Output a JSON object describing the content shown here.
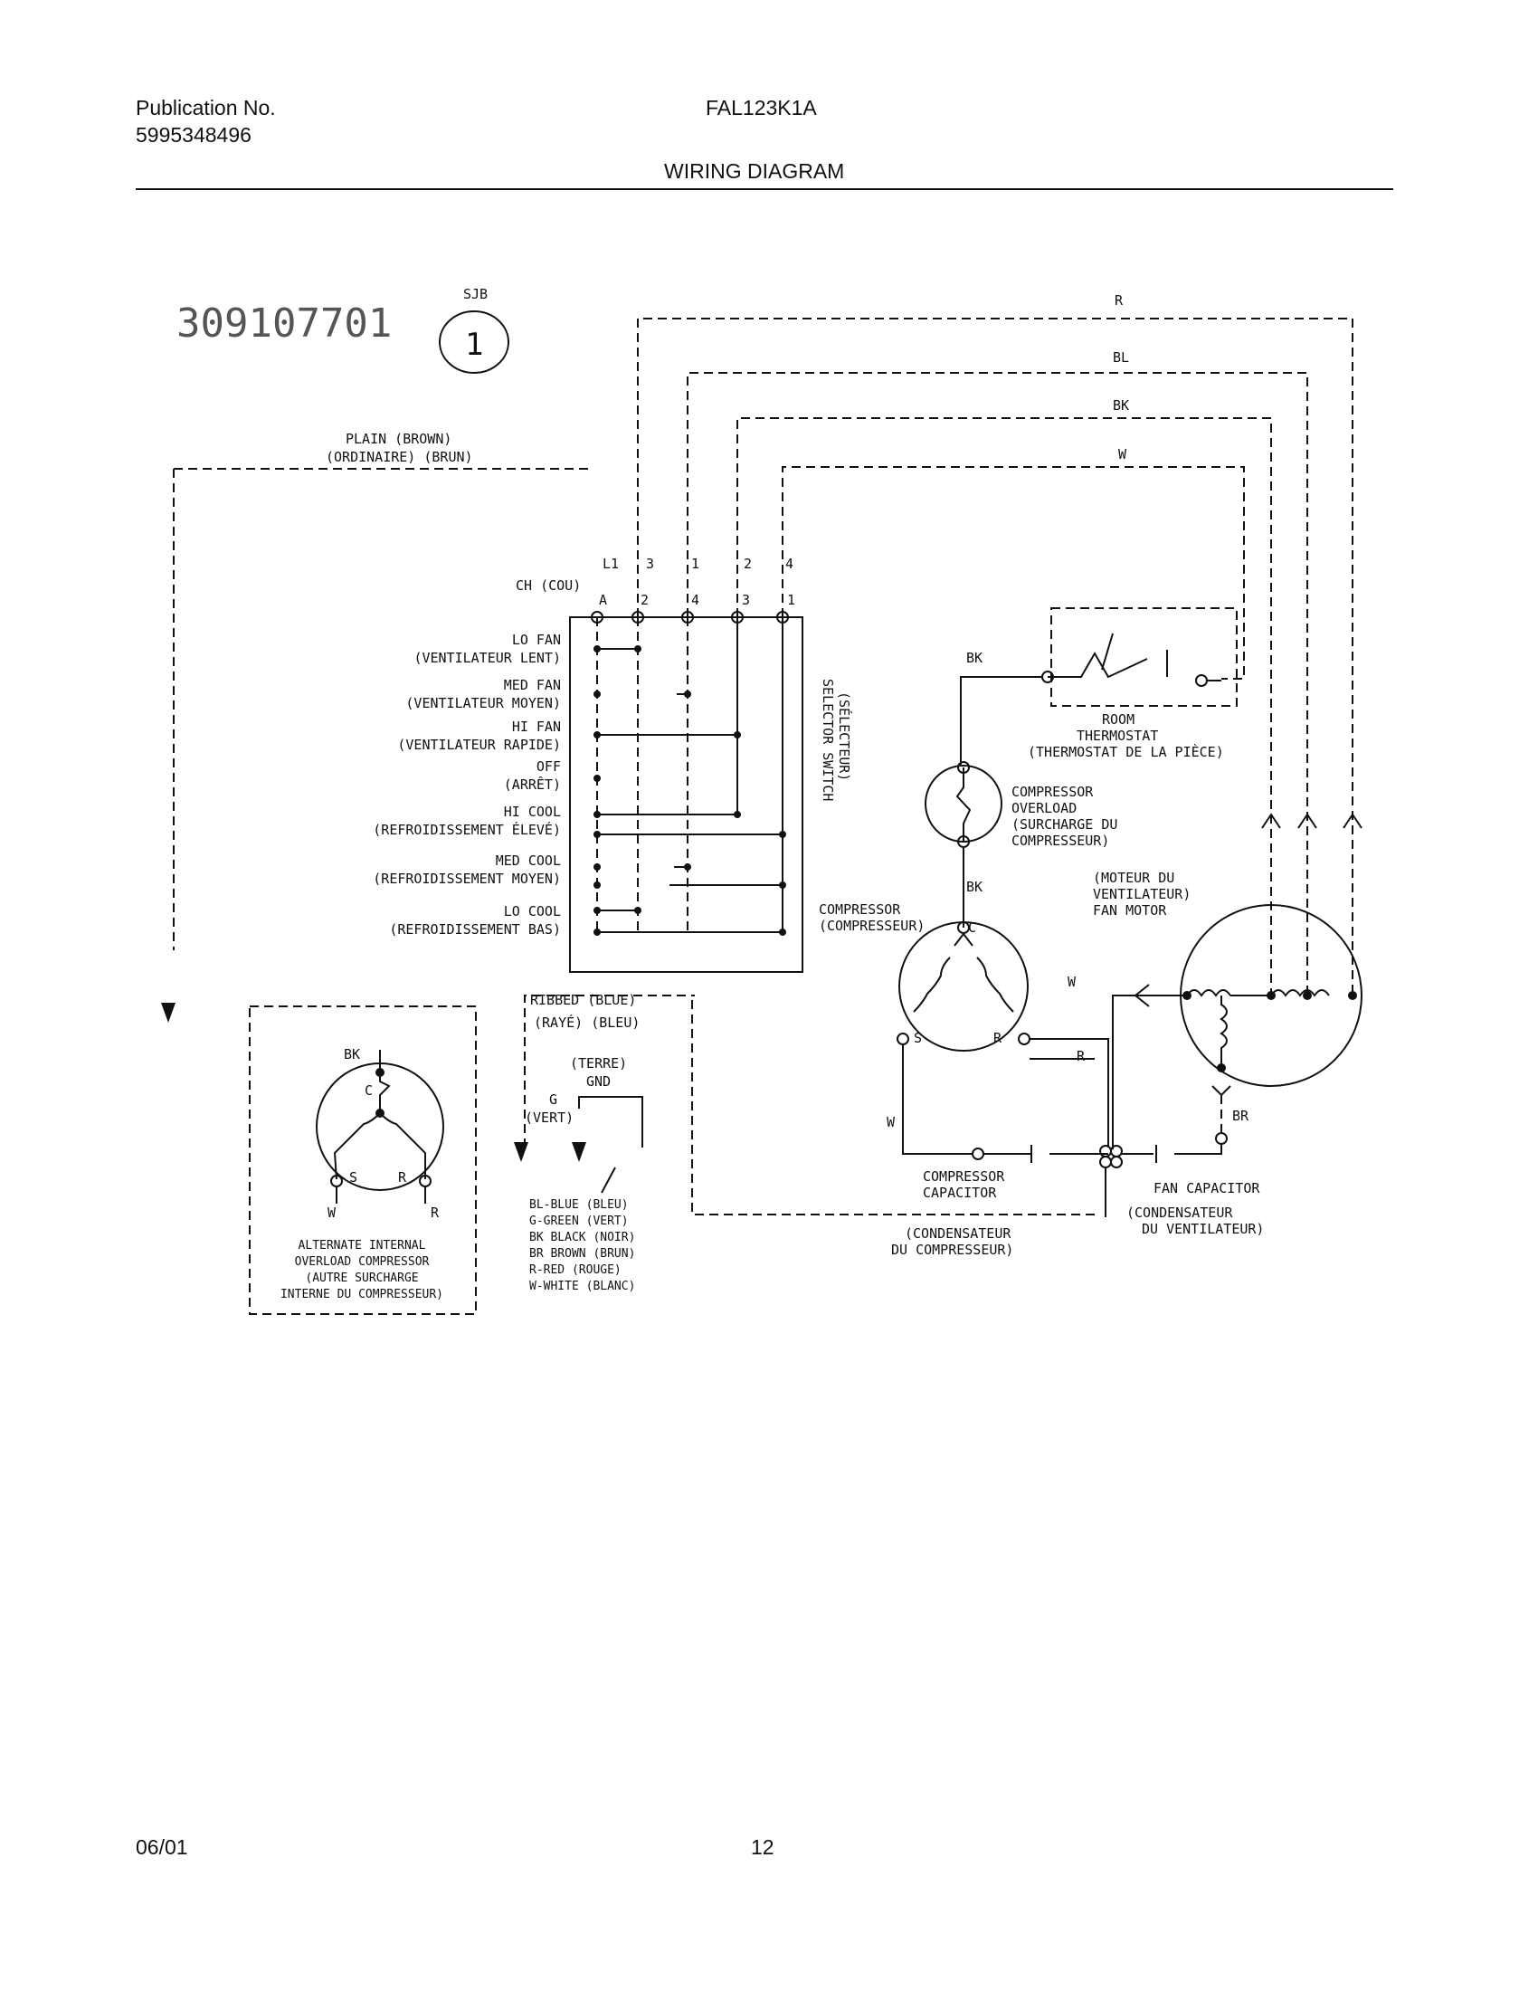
{
  "header": {
    "publication_label": "Publication No.",
    "publication_number": "5995348496",
    "model": "FAL123K1A",
    "page_title": "WIRING DIAGRAM"
  },
  "footer": {
    "date": "06/01",
    "page": "12"
  },
  "diagram": {
    "part_number": "309107701",
    "sub_label": "SJB",
    "sub_number": "1",
    "plain_brown": "PLAIN   (BROWN)",
    "plain_brown_fr": "(ORDINAIRE)   (BRUN)",
    "wire_codes": {
      "r": "R",
      "bl": "BL",
      "bk": "BK",
      "w": "W"
    },
    "ch_cou": "CH (COU)",
    "switch_terminals": [
      "A",
      "2",
      "4",
      "3",
      "1"
    ],
    "switch_top_numbers": [
      "L1",
      "3",
      "1",
      "2",
      "4"
    ],
    "selector_switch": "SELECTOR SWITCH",
    "selector_switch_fr": "(SÉLECTEUR)",
    "switch_positions": [
      {
        "en": "LO FAN",
        "fr": "(VENTILATEUR LENT)"
      },
      {
        "en": "MED FAN",
        "fr": "(VENTILATEUR MOYEN)"
      },
      {
        "en": "HI FAN",
        "fr": "(VENTILATEUR RAPIDE)"
      },
      {
        "en": "OFF",
        "fr": "(ARRÊT)"
      },
      {
        "en": "HI COOL",
        "fr": "(REFROIDISSEMENT ÉLEVÉ)"
      },
      {
        "en": "MED COOL",
        "fr": "(REFROIDISSEMENT MOYEN)"
      },
      {
        "en": "LO COOL",
        "fr": "(REFROIDISSEMENT BAS)"
      }
    ],
    "thermostat": [
      "ROOM",
      "THERMOSTAT",
      "(THERMOSTAT DE LA PIÈCE)"
    ],
    "thermostat_bk": "BK",
    "overload": [
      "COMPRESSOR",
      "OVERLOAD",
      "(SURCHARGE DU",
      "COMPRESSEUR)"
    ],
    "overload_bk": "BK",
    "compressor": [
      "COMPRESSOR",
      "(COMPRESSEUR)"
    ],
    "compressor_terminals": {
      "c": "C",
      "s": "S",
      "r": "R"
    },
    "fan_motor": [
      "(MOTEUR DU",
      "VENTILATEUR)",
      "FAN MOTOR"
    ],
    "fan_motor_w": "W",
    "fan_motor_br": "BR",
    "r_label": "R",
    "w_label": "W",
    "ribbed_blue": "RIBBED  (BLUE)",
    "ribbed_blue_fr": "(RAYÉ)  (BLEU)",
    "ground": [
      "(TERRE)",
      "GND"
    ],
    "green_g": "G",
    "green_vert": "(VERT)",
    "compressor_capacitor": [
      "COMPRESSOR",
      "CAPACITOR"
    ],
    "compressor_capacitor_fr": [
      "(CONDENSATEUR",
      "DU COMPRESSEUR)"
    ],
    "fan_capacitor": [
      "FAN CAPACITOR",
      "(CONDENSATEUR",
      "DU VENTILATEUR)"
    ],
    "alt_bk": "BK",
    "alt_c": "C",
    "alt_s": "S",
    "alt_r": "R",
    "alt_w": "W",
    "alt_r2": "R",
    "alternate_overload": [
      "ALTERNATE INTERNAL",
      "OVERLOAD COMPRESSOR",
      "(AUTRE SURCHARGE",
      "INTERNE DU COMPRESSEUR)"
    ],
    "color_legend": [
      "BL-BLUE (BLEU)",
      "G-GREEN (VERT)",
      "BK BLACK (NOIR)",
      "BR BROWN (BRUN)",
      "R-RED (ROUGE)",
      "W-WHITE (BLANC)"
    ]
  }
}
